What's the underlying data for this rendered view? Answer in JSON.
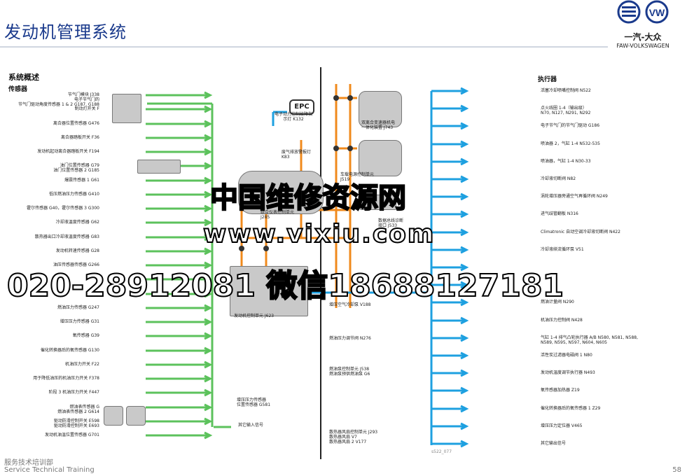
{
  "header": {
    "title": "发动机管理系统",
    "brand_cn": "一汽-大众",
    "brand_en": "FAW-VOLKSWAGEN"
  },
  "sections": {
    "overview": "系统概述",
    "sensors": "传感器",
    "actuators": "执行器"
  },
  "sensors": [
    "节气门模块 J338\n电子节气门的\n节气门驱动角度传感器 1 & 2 G187, G188",
    "制动灯开关 F",
    "离合器位置传感器 G476",
    "离合器踏板开关 F36",
    "发动机起动离合器踏板开关 F194",
    "油门位置传感器 G79\n油门位置传感器 2 G185",
    "爆震传感器 1 G61",
    "低压燃油压力传感器 G410",
    "霍尔传感器 G40，霍尔传感器 3 G300",
    "冷却液温度传感器 G62",
    "散热器出口冷却液温度传感器 G83",
    "发动机转速传感器 G28",
    "油压传感器传感器 G266",
    "",
    "",
    "燃油压力传感器 G247",
    "增压压力传感器 G31",
    "氧传感器 G39",
    "催化转换器后的氧传感器 G130",
    "机油压力开关 F22",
    "用于降低油压的机油压力开关 F378",
    "阶段 3 机油压力开关 F447",
    "燃油表传感器 G\n燃油表传感器 2 G614",
    "驱动防滑控制开关 E598\n驱动防滑控制开关 E693",
    "发动机油温位置传感器 G701"
  ],
  "actuators": [
    "活塞冷却喷嘴控制阀 N522",
    "点火线圈 1-4（输出级）\nN70, N127, N291, N292",
    "电子节气门的节气门驱动 G186",
    "喷油器 2，气缸 1-4 N532-535",
    "喷油器，气缸 1-4 N30-33",
    "冷却液切断阀 N82",
    "涡轮增压器旁通空气再循环阀 N249",
    "进气歧管翻板 N316",
    "Climatronic 自动空调冷却液切断阀 N422",
    "冷却液续流循环泵 V51",
    "",
    "",
    "燃油计量阀 N290",
    "机油压力控制阀 N428",
    "气缸 1-4 排气凸轮执行器 A/B N580, N581, N588,\nN589, N595, N597, N604, N605",
    "活性炭过滤器电磁阀 1 N80",
    "发动机温度调节执行器 N493",
    "氧传感器加热器 Z19",
    "催化转换器后的氧传感器 1 Z29",
    "增压压力定位器 V465",
    "其它输出信号"
  ],
  "center": {
    "epc_badge": "EPC",
    "epc_label": "电子动力控制故障指\n示灯 K132",
    "exhaust_lamp": "废气排放警报灯\nK83",
    "dual_relay": "双离合变速器机电\n一体化装置 J743",
    "onboard_supply": "车载电源控制单元\nJ519",
    "instrument": "组合仪表控制单元\nJ285",
    "diag_interface": "数据总线诊断\n接口 J533",
    "ecu": "发动机控制单元 J623",
    "boost_sensor": "增压压力传感器\n位置传感器 G581",
    "other_inputs": "其它输入信号",
    "charge_pump": "增压空气冷却泵 V188",
    "pressure_valve": "燃油压力调节阀 N276",
    "fuel_pump_ctrl": "燃油泵控制单元 J538\n燃油泵预供燃油泵 G6",
    "fan_ctrl": "散热器风扇控制单元 J293\n散热器风扇 V7\n散热器风扇 2 V177",
    "code": "s522_077"
  },
  "watermark": {
    "line1": "中国维修资源网",
    "line2": "www.vixiu.com",
    "line3": "020-28912081  微信18688127181"
  },
  "footer": {
    "cn": "服务技术培训部",
    "en": "Service Technical Training",
    "page": "58"
  },
  "colors": {
    "sensor_lines": "#5cc25c",
    "actuator_lines": "#1ea0e0",
    "can_bus": "#f08a1c",
    "title": "#1a3a8c"
  }
}
